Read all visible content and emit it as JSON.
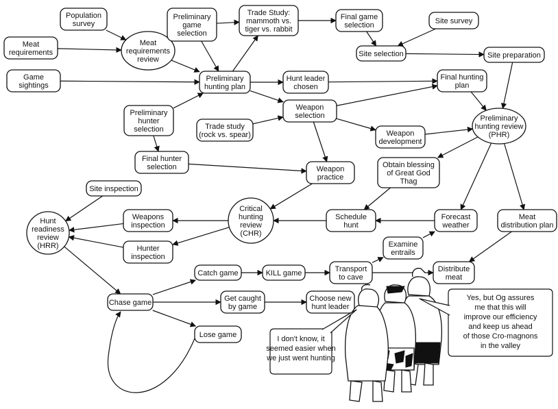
{
  "nodes": {
    "population_survey": [
      "Population",
      "survey"
    ],
    "meat_requirements": [
      "Meat",
      "requirements"
    ],
    "meat_requirements_review": [
      "Meat",
      "requirements",
      "review"
    ],
    "game_sightings": [
      "Game",
      "sightings"
    ],
    "preliminary_game_selection": [
      "Preliminary",
      "game",
      "selection"
    ],
    "trade_study_game": [
      "Trade Study:",
      "mammoth vs.",
      "tiger vs. rabbit"
    ],
    "final_game_selection": [
      "Final game",
      "selection"
    ],
    "site_survey": [
      "Site survey"
    ],
    "site_selection": [
      "Site selection"
    ],
    "site_preparation": [
      "Site preparation"
    ],
    "preliminary_hunting_plan": [
      "Preliminary",
      "hunting plan"
    ],
    "hunt_leader_chosen": [
      "Hunt leader",
      "chosen"
    ],
    "final_hunting_plan": [
      "Final hunting",
      "plan"
    ],
    "preliminary_hunter_selection": [
      "Preliminary",
      "hunter",
      "selection"
    ],
    "weapon_selection": [
      "Weapon",
      "selection"
    ],
    "trade_study_weapon": [
      "Trade study",
      "(rock vs. spear)"
    ],
    "weapon_development": [
      "Weapon",
      "development"
    ],
    "phr": [
      "Preliminary",
      "hunting review",
      "(PHR)"
    ],
    "final_hunter_selection": [
      "Final hunter",
      "selection"
    ],
    "weapon_practice": [
      "Weapon",
      "practice"
    ],
    "obtain_blessing": [
      "Obtain blessing",
      "of Great God",
      "Thag"
    ],
    "site_inspection": [
      "Site inspection"
    ],
    "hrr": [
      "Hunt",
      "readiness",
      "review",
      "(HRR)"
    ],
    "weapons_inspection": [
      "Weapons",
      "inspection"
    ],
    "chr": [
      "Critical",
      "hunting",
      "review",
      "(CHR)"
    ],
    "schedule_hunt": [
      "Schedule",
      "hunt"
    ],
    "forecast_weather": [
      "Forecast",
      "weather"
    ],
    "meat_distribution_plan": [
      "Meat",
      "distribution plan"
    ],
    "hunter_inspection": [
      "Hunter",
      "inspection"
    ],
    "examine_entrails": [
      "Examine",
      "entrails"
    ],
    "catch_game": [
      "Catch game"
    ],
    "kill_game": [
      "KILL game"
    ],
    "transport_to_cave": [
      "Transport",
      "to cave"
    ],
    "distribute_meat": [
      "Distribute",
      "meat"
    ],
    "chase_game": [
      "Chase game"
    ],
    "get_caught": [
      "Get caught",
      "by game"
    ],
    "choose_new_leader": [
      "Choose new",
      "hunt leader"
    ],
    "lose_game": [
      "Lose game"
    ]
  },
  "speech": {
    "left": [
      "I don't know, it",
      "seemed easier when",
      "we just went hunting"
    ],
    "right": [
      "Yes, but Og assures",
      "me that this will",
      "improve our efficiency",
      "and keep us ahead",
      "of those Cro-magnons",
      "in the valley"
    ]
  }
}
